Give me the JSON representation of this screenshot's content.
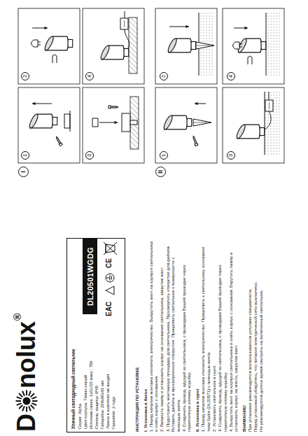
{
  "diagram": {
    "nodes": [
      {
        "text": [
          "Уличный светодиодный светильник",
          "Серия: Alpha",
          "Цвет корпуса: Темно-серый",
          "Источник света: 1xGU10 макс.: 7Вт",
          "Степень защиты: IP65",
          "Габариты: 200x90x91 мм",
          "Лампа в комплект не входит",
          "Гарантия: 2 года"
        ]
      },
      {
        "text": [
          "DL20501WGDG"
        ],
        "in": 0
      },
      {
        "text": [
          "I"
        ]
      },
      {
        "text": [
          "II"
        ]
      },
      {
        "text": [
          "1"
        ]
      },
      {
        "text": [
          "2"
        ]
      },
      {
        "text": [
          "3"
        ]
      },
      {
        "text": [
          "4"
        ]
      },
      {
        "text": [
          "1"
        ]
      },
      {
        "text": [
          "2"
        ]
      },
      {
        "text": [
          "3"
        ]
      },
      {
        "text": [
          "4"
        ]
      }
    ],
    "labels": [
      "D",
      "nolux",
      "®",
      "EAC",
      "CE",
      "ИНСТРУКЦИЯ ПО УСТАНОВКЕ",
      "I. Установка в бетон",
      "1. Перед началом монтажа отключить электричество. Выкрутить винт на корпусе светильника и снять корпус с основания.",
      "2. Ввернуть лампу и установить корпус на основание светильника, закрутив винт.",
      "3. Подготовить монтажную площадку для светильника. Просверлить отверстие для дюбеля. Вставить дюбель в просверленное отверстие. Прикрепить светильник к поверхности с помощью винта.",
      "4. Соединить провод, идущий из светильника, с проводами Вашей проводки через герметичную клемму-коробку.",
      "II. Установка в грунт",
      "1. Перед началом монтажа отключить электричество. Прикрепить к светильнику основание типа Spike (DL20571) с помощью винта.",
      "2. Установить светильник в грунт.",
      "3. Соединить провод, идущий из светильника, с проводами Вашей проводки через герметичную клемму-коробку.",
      "4. Выкрутить винт на корпусе светильника и снять корпус с основания. Вкрутить лампу и установить корпус на место, закрутив винт.",
      "ВНИМАНИЕ!",
      "При установке рекомендуется воспользоваться услугами специалиста.",
      "Перед установкой убедитесь, что питание электрической сети выключено.",
      "Не рекомендуется долгое время смотреть на включенный светильник."
    ]
  }
}
